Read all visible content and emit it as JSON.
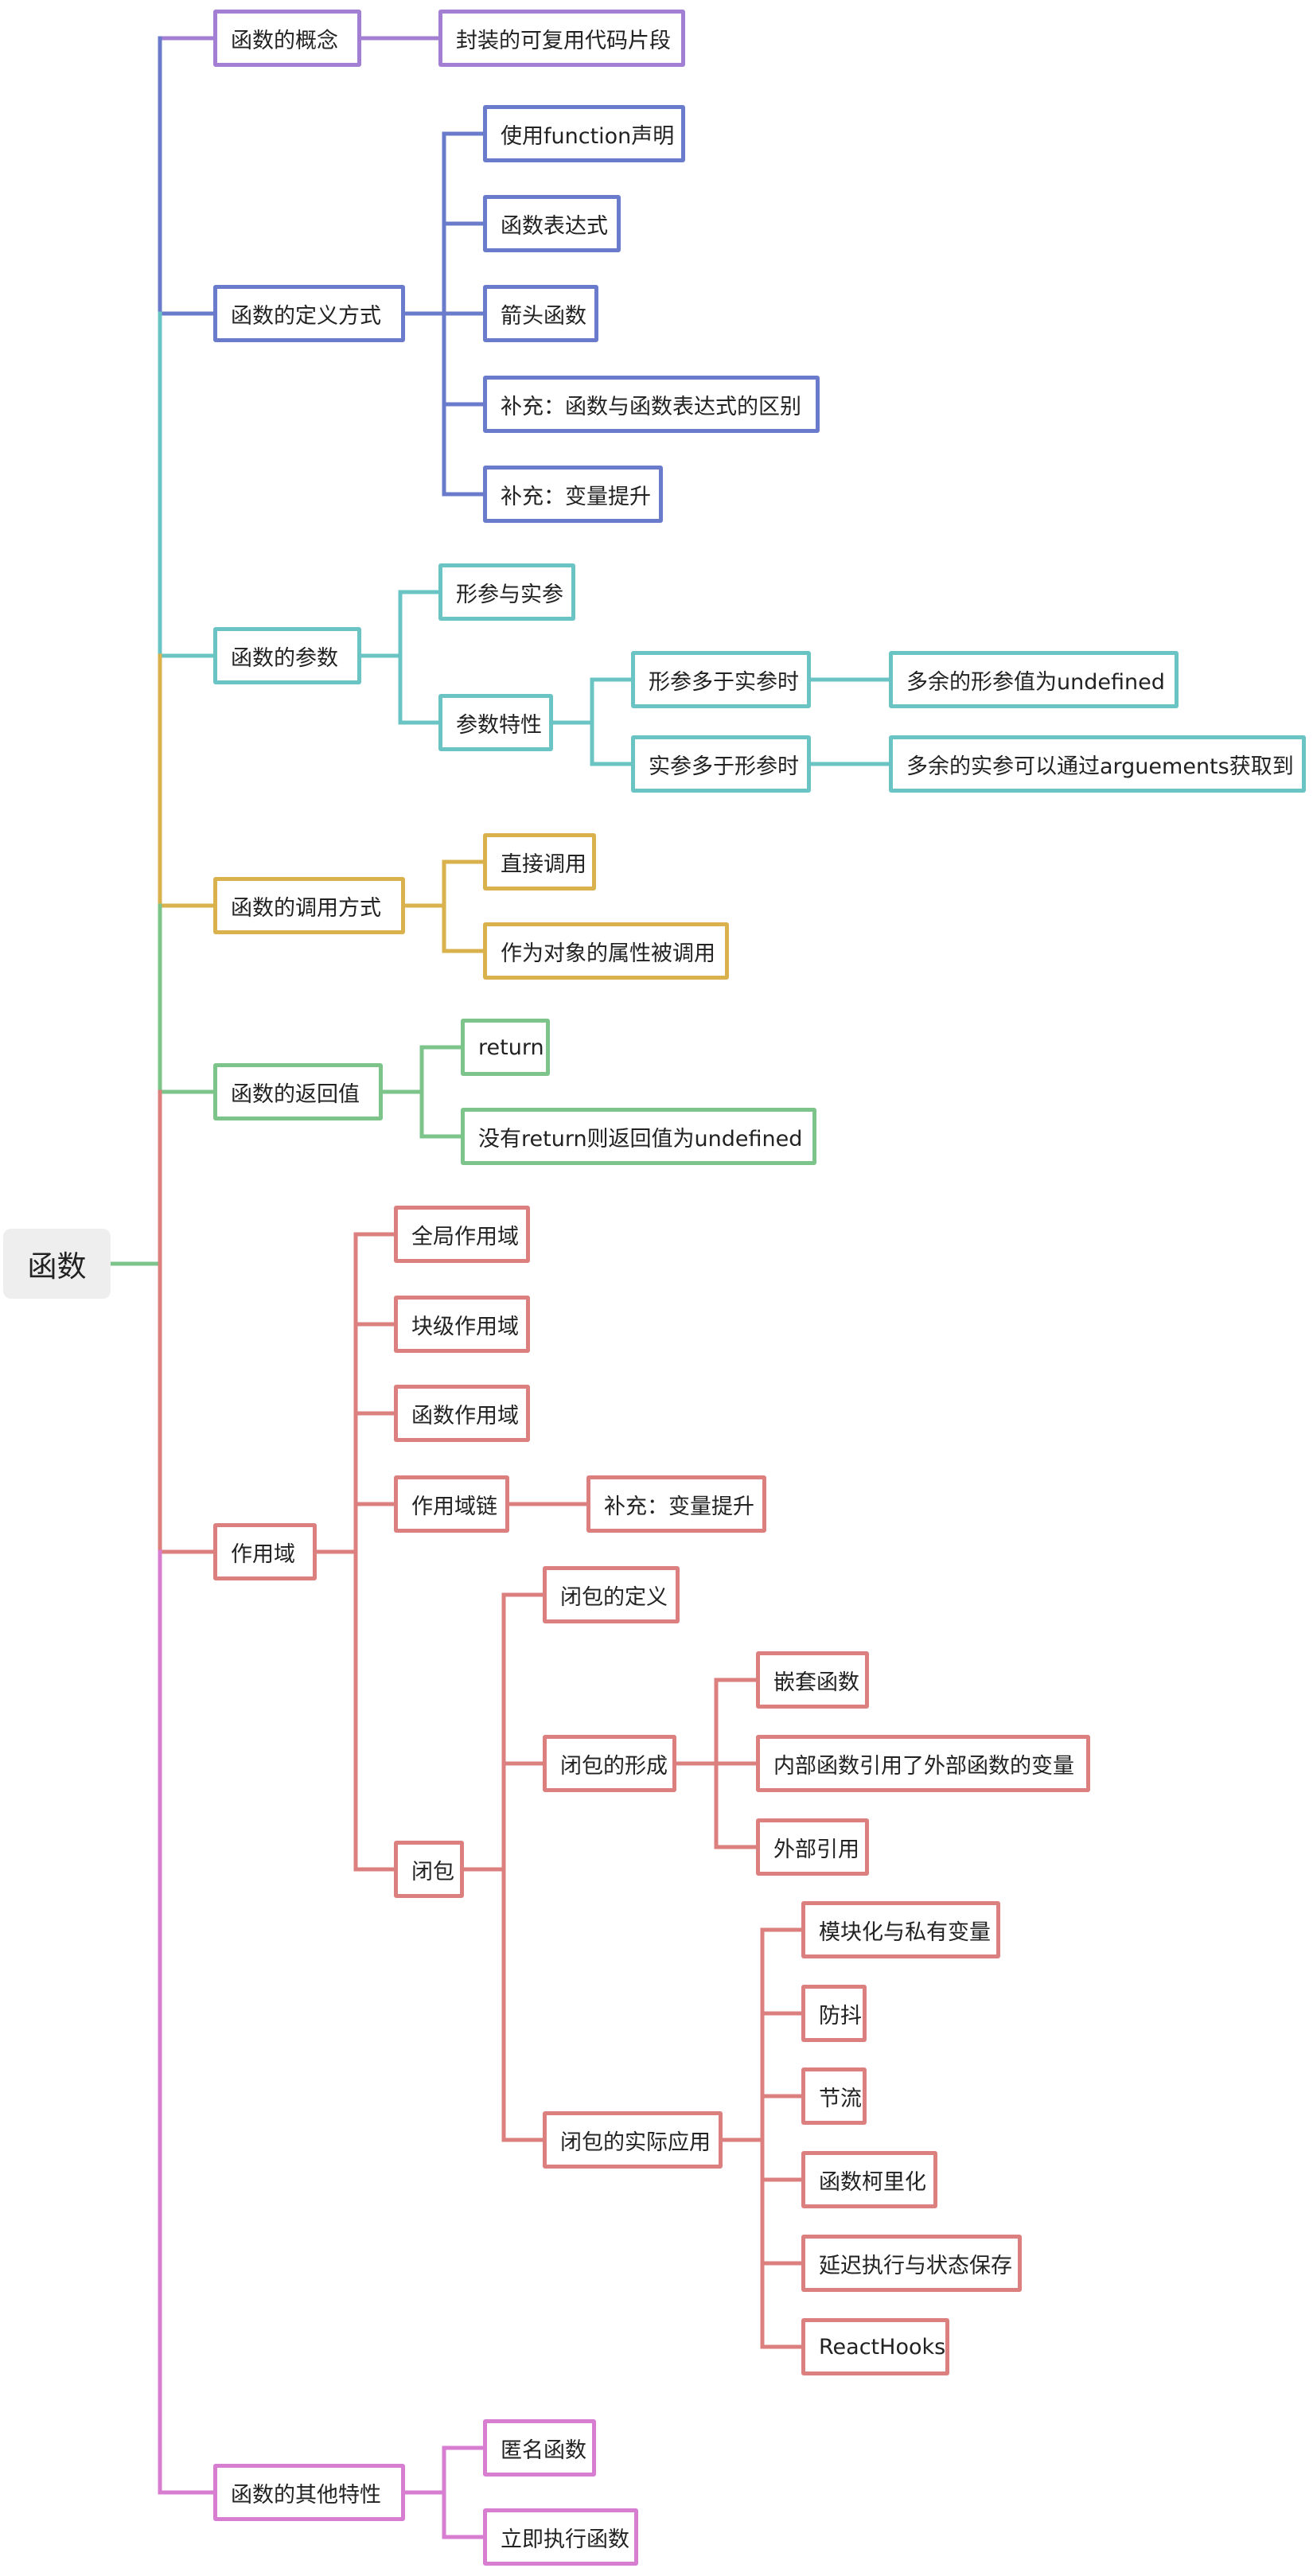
{
  "colors": {
    "purple": "#A27FD3",
    "blue": "#6B7BCB",
    "teal": "#6BC4C4",
    "gold": "#D9B24E",
    "green": "#7CC48A",
    "red": "#DC7F7F",
    "pink": "#D77ED1",
    "root_bg": "#EEEEEE"
  },
  "mindmap": {
    "root": "函数",
    "branches": [
      {
        "label": "函数的概念",
        "color": "purple",
        "children": [
          {
            "label": "封装的可复用代码片段"
          }
        ]
      },
      {
        "label": "函数的定义方式",
        "color": "blue",
        "children": [
          {
            "label": "使用function声明"
          },
          {
            "label": "函数表达式"
          },
          {
            "label": "箭头函数"
          },
          {
            "label": "补充：函数与函数表达式的区别"
          },
          {
            "label": "补充：变量提升"
          }
        ]
      },
      {
        "label": "函数的参数",
        "color": "teal",
        "children": [
          {
            "label": "形参与实参"
          },
          {
            "label": "参数特性",
            "children": [
              {
                "label": "形参多于实参时",
                "children": [
                  {
                    "label": "多余的形参值为undefined"
                  }
                ]
              },
              {
                "label": "实参多于形参时",
                "children": [
                  {
                    "label": "多余的实参可以通过arguements获取到"
                  }
                ]
              }
            ]
          }
        ]
      },
      {
        "label": "函数的调用方式",
        "color": "gold",
        "children": [
          {
            "label": "直接调用"
          },
          {
            "label": "作为对象的属性被调用"
          }
        ]
      },
      {
        "label": "函数的返回值",
        "color": "green",
        "children": [
          {
            "label": "return"
          },
          {
            "label": "没有return则返回值为undefined"
          }
        ]
      },
      {
        "label": "作用域",
        "color": "red",
        "children": [
          {
            "label": "全局作用域"
          },
          {
            "label": "块级作用域"
          },
          {
            "label": "函数作用域"
          },
          {
            "label": "作用域链",
            "children": [
              {
                "label": "补充：变量提升"
              }
            ]
          },
          {
            "label": "闭包",
            "children": [
              {
                "label": "闭包的定义"
              },
              {
                "label": "闭包的形成",
                "children": [
                  {
                    "label": "嵌套函数"
                  },
                  {
                    "label": "内部函数引用了外部函数的变量"
                  },
                  {
                    "label": "外部引用"
                  }
                ]
              },
              {
                "label": "闭包的实际应用",
                "children": [
                  {
                    "label": "模块化与私有变量"
                  },
                  {
                    "label": "防抖"
                  },
                  {
                    "label": "节流"
                  },
                  {
                    "label": "函数柯里化"
                  },
                  {
                    "label": "延迟执行与状态保存"
                  },
                  {
                    "label": "ReactHooks"
                  }
                ]
              }
            ]
          }
        ]
      },
      {
        "label": "函数的其他特性",
        "color": "pink",
        "children": [
          {
            "label": "匿名函数"
          },
          {
            "label": "立即执行函数"
          }
        ]
      }
    ]
  }
}
